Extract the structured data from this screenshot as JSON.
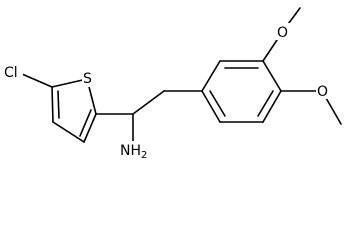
{
  "molecule": {
    "atoms": {
      "chlorine": "Cl",
      "sulfur": "S",
      "amine": "NH2",
      "oxygen_meta": "O",
      "oxygen_para": "O"
    }
  }
}
